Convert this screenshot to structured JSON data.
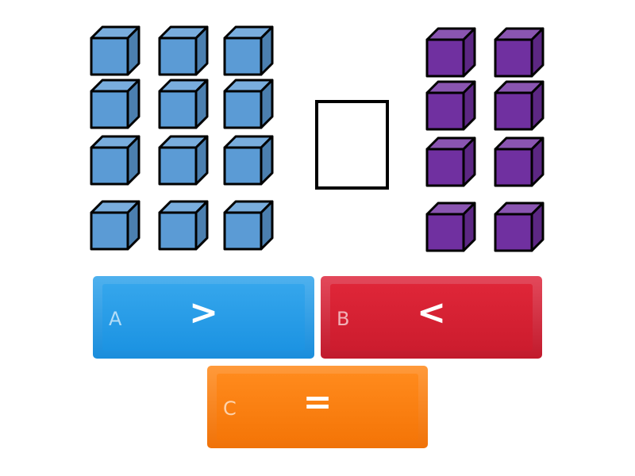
{
  "question": {
    "left_group": {
      "count": 12,
      "color": "#5b9bd5"
    },
    "right_group": {
      "count": 8,
      "color": "#7030a0"
    },
    "answer_box": {
      "content": ""
    }
  },
  "answers": [
    {
      "letter": "A",
      "symbol": ">",
      "color": "#1f95e3"
    },
    {
      "letter": "B",
      "symbol": "<",
      "color": "#d91f31"
    },
    {
      "letter": "C",
      "symbol": "=",
      "color": "#fb7d0e"
    }
  ]
}
